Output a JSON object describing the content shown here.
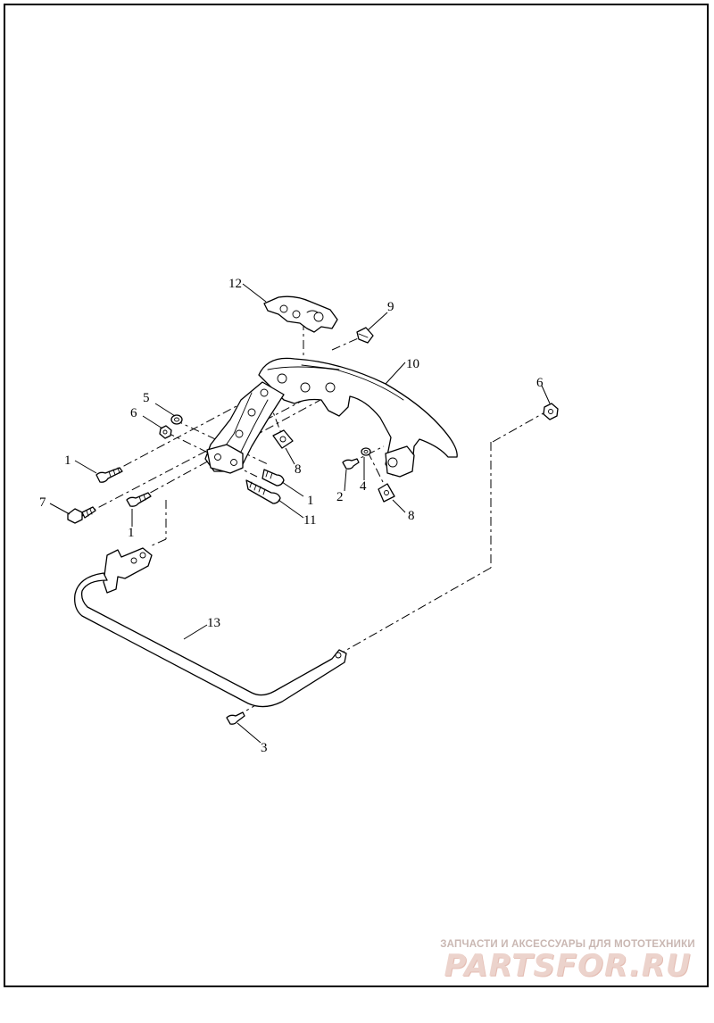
{
  "callouts": {
    "c1a": "1",
    "c1b": "1",
    "c1c": "1",
    "c2": "2",
    "c3": "3",
    "c4": "4",
    "c5": "5",
    "c6a": "6",
    "c6b": "6",
    "c7": "7",
    "c8a": "8",
    "c8b": "8",
    "c9": "9",
    "c10": "10",
    "c11": "11",
    "c12": "12",
    "c13": "13"
  },
  "watermark": {
    "caption": "ЗАПЧАСТИ И АКСЕССУАРЫ ДЛЯ МОТОТЕХНИКИ",
    "logo": "PARTSFOR.RU"
  }
}
